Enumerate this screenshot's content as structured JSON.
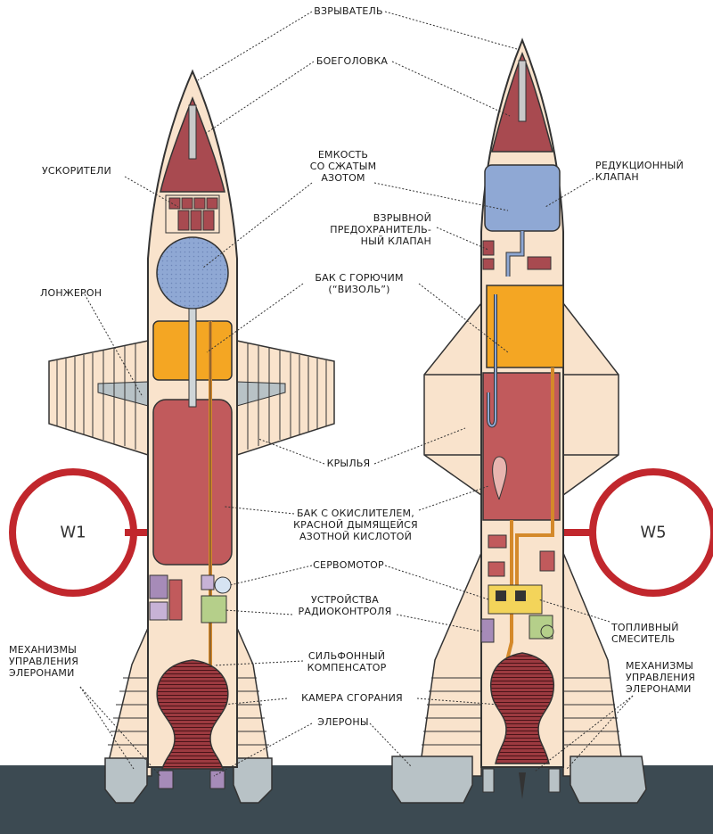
{
  "models": [
    {
      "id": "w1",
      "label": "W1"
    },
    {
      "id": "w5",
      "label": "W5"
    }
  ],
  "labels": {
    "fuze": "ВЗРЫВАТЕЛЬ",
    "warhead": "БОЕГОЛОВКА",
    "boosters": "УСКОРИТЕЛИ",
    "nitrogen_tank": "ЕМКОСТЬ\nСО СЖАТЫМ\nАЗОТОМ",
    "reducing_valve": "РЕДУКЦИОННЫЙ\nКЛАПАН",
    "burst_valve": "ВЗРЫВНОЙ\nПРЕДОХРАНИТЕЛЬ-\nНЫЙ КЛАПАН",
    "spar": "ЛОНЖЕРОН",
    "fuel_tank": "БАК С ГОРЮЧИМ\n(“ВИЗОЛЬ”)",
    "wings": "КРЫЛЬЯ",
    "oxidizer_tank": "БАК С ОКИСЛИТЕЛЕМ,\nКРАСНОЙ ДЫМЯЩЕЙСЯ\nАЗОТНОЙ КИСЛОТОЙ",
    "servomotor": "СЕРВОМОТОР",
    "radio_control": "УСТРОЙСТВА\nРАДИОКОНТРОЛЯ",
    "fuel_mixer": "ТОПЛИВНЫЙ\nСМЕСИТЕЛЬ",
    "bellows": "СИЛЬФОННЫЙ\nКОМПЕНСАТОР",
    "aileron_mech_left": "МЕХАНИЗМЫ\nУПРАВЛЕНИЯ\nЭЛЕРОНАМИ",
    "aileron_mech_right": "МЕХАНИЗМЫ\nУПРАВЛЕНИЯ\nЭЛЕРОНАМИ",
    "chamber": "КАМЕРА СГОРАНИЯ",
    "ailerons": "ЭЛЕРОНЫ"
  },
  "colors": {
    "hull": "#f9e3cc",
    "outline": "#333333",
    "warhead": "#a84a50",
    "nitrogen": "#8fa8d4",
    "fuel": "#f4a623",
    "oxidizer": "#c15a5c",
    "badge_ring": "#c1272d",
    "ground": "#3c4a52",
    "fin_base": "#b8c2c6",
    "pipe": "#d4892a"
  }
}
